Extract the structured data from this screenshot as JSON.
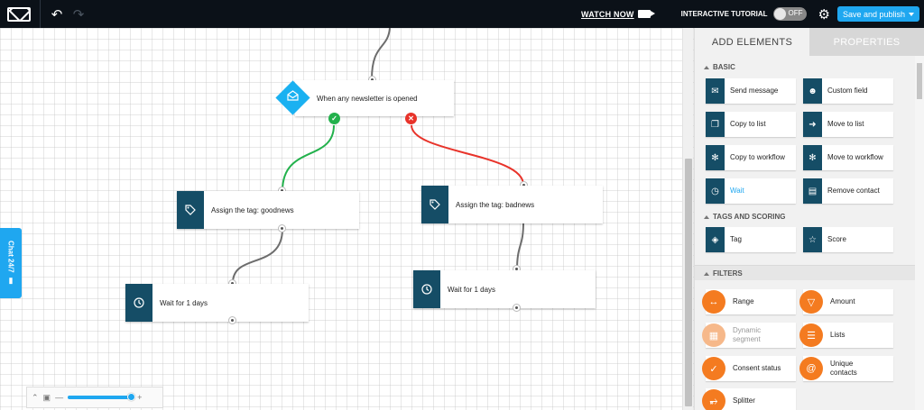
{
  "topbar": {
    "watch_now": "WATCH NOW",
    "interactive_tutorial": "INTERACTIVE TUTORIAL",
    "toggle_state": "OFF",
    "publish_label": "Save and publish"
  },
  "canvas": {
    "condition_label": "When any newsletter is opened",
    "nodes": {
      "tag_good": "Assign the tag: goodnews",
      "tag_bad": "Assign the tag: badnews",
      "wait_left": "Wait for 1 days",
      "wait_right": "Wait for 1 days"
    },
    "yes_color": "#22b14c",
    "no_color": "#e8332a",
    "zoom_level": 0.95
  },
  "chat": {
    "label": "Chat 24/7"
  },
  "panel": {
    "tabs": {
      "add": "ADD ELEMENTS",
      "properties": "PROPERTIES"
    },
    "sections": {
      "basic": "BASIC",
      "tags_scoring": "TAGS AND SCORING",
      "filters": "FILTERS"
    },
    "basic_items": {
      "send_message": "Send message",
      "custom_field": "Custom field",
      "copy_to_list": "Copy to list",
      "move_to_list": "Move to list",
      "copy_to_workflow": "Copy to workflow",
      "move_to_workflow": "Move to workflow",
      "wait": "Wait",
      "remove_contact": "Remove contact"
    },
    "tag_items": {
      "tag": "Tag",
      "score": "Score"
    },
    "filter_items": {
      "range": "Range",
      "amount": "Amount",
      "dynamic_segment_1": "Dynamic",
      "dynamic_segment_2": "segment",
      "lists": "Lists",
      "consent_status": "Consent status",
      "unique_contacts_1": "Unique",
      "unique_contacts_2": "contacts",
      "splitter": "Splitter"
    },
    "accent": "#154d66",
    "filter_color": "#f47b20"
  }
}
